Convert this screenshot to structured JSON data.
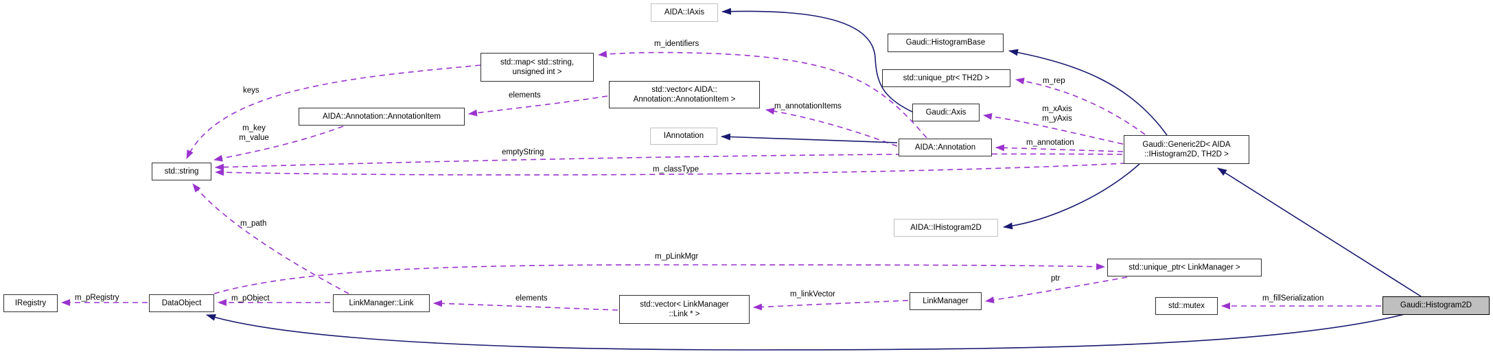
{
  "diagram": {
    "kind": "class-collaboration-graph",
    "focus_node": "Gaudi::Histogram2D"
  },
  "colors": {
    "background": "#ffffff",
    "inheritance_edge": "#191970",
    "usage_edge": "#9a32cd",
    "node_border": "#2e2e2e",
    "external_node_border": "#bfbfbf",
    "focus_node_fill": "#bfbfbf",
    "text": "#000000"
  },
  "nodes": [
    {
      "id": "aida-iaxis",
      "label": "AIDA::IAxis",
      "kind": "external"
    },
    {
      "id": "std-map",
      "label": "std::map< std::string,\nunsigned int >",
      "kind": "class"
    },
    {
      "id": "std-vector-annotationitem",
      "label": "std::vector< AIDA::\nAnnotation::AnnotationItem >",
      "kind": "class"
    },
    {
      "id": "aida-annotation-annotationitem",
      "label": "AIDA::Annotation::AnnotationItem",
      "kind": "class"
    },
    {
      "id": "iannotation",
      "label": "IAnnotation",
      "kind": "external"
    },
    {
      "id": "std-string",
      "label": "std::string",
      "kind": "class"
    },
    {
      "id": "gaudi-histogrambase",
      "label": "Gaudi::HistogramBase",
      "kind": "class"
    },
    {
      "id": "std-unique-ptr-th2d",
      "label": "std::unique_ptr< TH2D >",
      "kind": "class"
    },
    {
      "id": "gaudi-axis",
      "label": "Gaudi::Axis",
      "kind": "class"
    },
    {
      "id": "aida-annotation",
      "label": "AIDA::Annotation",
      "kind": "class"
    },
    {
      "id": "gaudi-generic2d",
      "label": "Gaudi::Generic2D< AIDA\n::IHistogram2D, TH2D >",
      "kind": "class"
    },
    {
      "id": "aida-ihistogram2d",
      "label": "AIDA::IHistogram2D",
      "kind": "external"
    },
    {
      "id": "std-unique-ptr-linkmanager",
      "label": "std::unique_ptr< LinkManager >",
      "kind": "class"
    },
    {
      "id": "iregistry",
      "label": "IRegistry",
      "kind": "class"
    },
    {
      "id": "dataobject",
      "label": "DataObject",
      "kind": "class"
    },
    {
      "id": "linkmanager-link",
      "label": "LinkManager::Link",
      "kind": "class"
    },
    {
      "id": "std-vector-link",
      "label": "std::vector< LinkManager\n::Link * >",
      "kind": "class"
    },
    {
      "id": "linkmanager",
      "label": "LinkManager",
      "kind": "class"
    },
    {
      "id": "std-mutex",
      "label": "std::mutex",
      "kind": "class"
    },
    {
      "id": "gaudi-histogram2d",
      "label": "Gaudi::Histogram2D",
      "kind": "focus"
    }
  ],
  "edges": [
    {
      "from": "AIDA::Annotation",
      "to": "std::map< std::string, unsigned int >",
      "label": "m_identifiers",
      "type": "usage"
    },
    {
      "from": "std::map< std::string, unsigned int >",
      "to": "std::string",
      "label": "keys",
      "type": "usage"
    },
    {
      "from": "std::vector< AIDA::Annotation::AnnotationItem >",
      "to": "AIDA::Annotation::AnnotationItem",
      "label": "elements",
      "type": "usage"
    },
    {
      "from": "AIDA::Annotation::AnnotationItem",
      "to": "std::string",
      "label": "m_key\nm_value",
      "type": "usage"
    },
    {
      "from": "AIDA::Annotation",
      "to": "std::vector< AIDA::Annotation::AnnotationItem >",
      "label": "m_annotationItems",
      "type": "usage"
    },
    {
      "from": "Gaudi::Generic2D< AIDA::IHistogram2D, TH2D >",
      "to": "std::string",
      "label": "emptyString",
      "type": "usage"
    },
    {
      "from": "Gaudi::Generic2D< AIDA::IHistogram2D, TH2D >",
      "to": "std::string",
      "label": "m_classType",
      "type": "usage"
    },
    {
      "from": "Gaudi::Generic2D< AIDA::IHistogram2D, TH2D >",
      "to": "std::unique_ptr< TH2D >",
      "label": "m_rep",
      "type": "usage"
    },
    {
      "from": "Gaudi::Generic2D< AIDA::IHistogram2D, TH2D >",
      "to": "Gaudi::Axis",
      "label": "m_xAxis\nm_yAxis",
      "type": "usage"
    },
    {
      "from": "Gaudi::Generic2D< AIDA::IHistogram2D, TH2D >",
      "to": "AIDA::Annotation",
      "label": "m_annotation",
      "type": "usage"
    },
    {
      "from": "LinkManager::Link",
      "to": "std::string",
      "label": "m_path",
      "type": "usage"
    },
    {
      "from": "DataObject",
      "to": "std::unique_ptr< LinkManager >",
      "label": "m_pLinkMgr",
      "type": "usage"
    },
    {
      "from": "std::unique_ptr< LinkManager >",
      "to": "LinkManager",
      "label": "ptr",
      "type": "usage"
    },
    {
      "from": "LinkManager",
      "to": "std::vector< LinkManager::Link * >",
      "label": "m_linkVector",
      "type": "usage"
    },
    {
      "from": "std::vector< LinkManager::Link * >",
      "to": "LinkManager::Link",
      "label": "elements",
      "type": "usage"
    },
    {
      "from": "LinkManager::Link",
      "to": "DataObject",
      "label": "m_pObject",
      "type": "usage"
    },
    {
      "from": "DataObject",
      "to": "IRegistry",
      "label": "m_pRegistry",
      "type": "usage"
    },
    {
      "from": "Gaudi::Histogram2D",
      "to": "std::mutex",
      "label": "m_fillSerialization",
      "type": "usage"
    },
    {
      "from": "Gaudi::Axis",
      "to": "AIDA::IAxis",
      "label": "",
      "type": "inheritance"
    },
    {
      "from": "Gaudi::Generic2D< AIDA::IHistogram2D, TH2D >",
      "to": "Gaudi::HistogramBase",
      "label": "",
      "type": "inheritance"
    },
    {
      "from": "AIDA::Annotation",
      "to": "IAnnotation",
      "label": "",
      "type": "inheritance"
    },
    {
      "from": "Gaudi::Generic2D< AIDA::IHistogram2D, TH2D >",
      "to": "AIDA::IHistogram2D",
      "label": "",
      "type": "inheritance"
    },
    {
      "from": "Gaudi::Histogram2D",
      "to": "Gaudi::Generic2D< AIDA::IHistogram2D, TH2D >",
      "label": "",
      "type": "inheritance"
    },
    {
      "from": "Gaudi::Histogram2D",
      "to": "DataObject",
      "label": "",
      "type": "inheritance"
    }
  ]
}
